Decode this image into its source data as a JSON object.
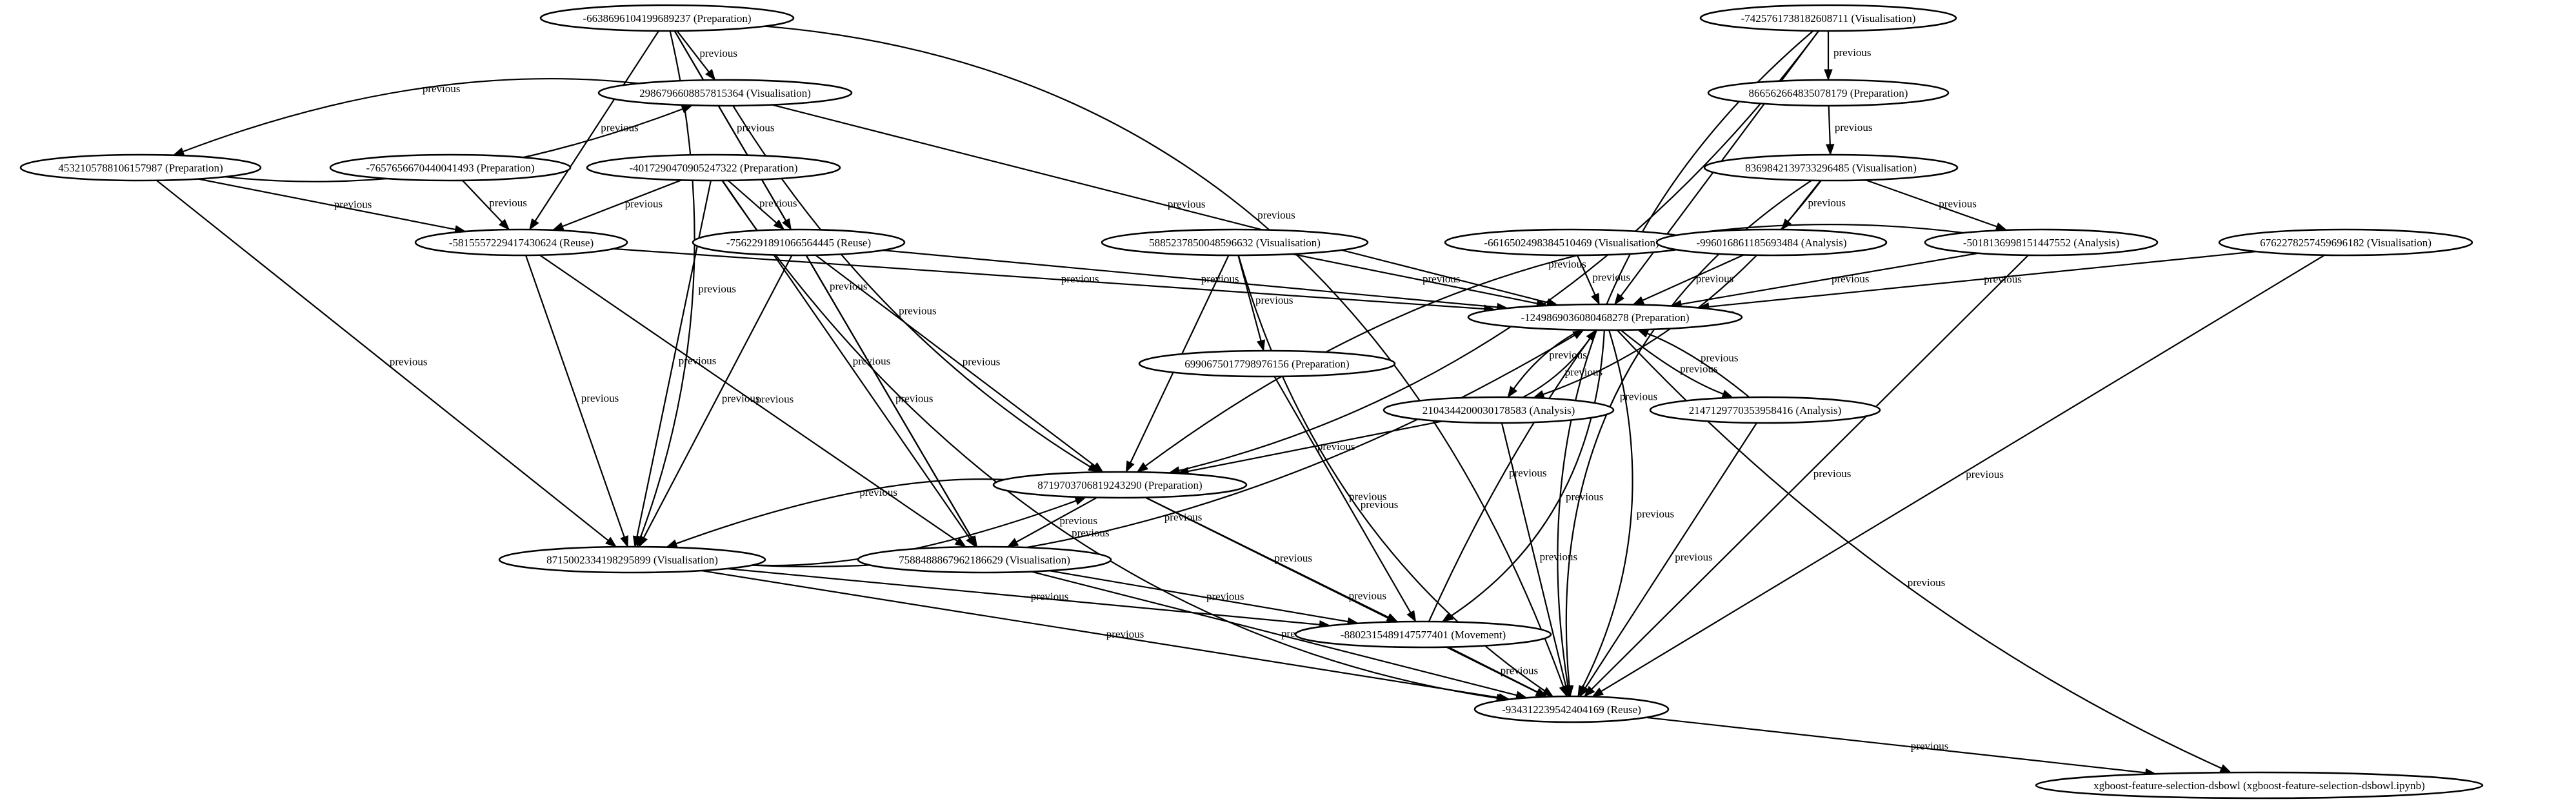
{
  "colors": {
    "stroke": "#000000",
    "fill": "#ffffff",
    "text": "#000000"
  },
  "nodes": [
    {
      "id": "n01",
      "label": "-6638696104199689237 (Preparation)"
    },
    {
      "id": "n02",
      "label": "-7425761738182608711 (Visualisation)"
    },
    {
      "id": "n03",
      "label": "2986796608857815364 (Visualisation)"
    },
    {
      "id": "n04",
      "label": "866562664835078179 (Preparation)"
    },
    {
      "id": "n05",
      "label": "4532105788106157987 (Preparation)"
    },
    {
      "id": "n06",
      "label": "-7657656670440041493 (Preparation)"
    },
    {
      "id": "n07",
      "label": "-4017290470905247322 (Preparation)"
    },
    {
      "id": "n08",
      "label": "8369842139733296485 (Visualisation)"
    },
    {
      "id": "n09",
      "label": "-5815557229417430624 (Reuse)"
    },
    {
      "id": "n10",
      "label": "-7562291891066564445 (Reuse)"
    },
    {
      "id": "n11",
      "label": "5885237850048596632 (Visualisation)"
    },
    {
      "id": "n12",
      "label": "-6616502498384510469 (Visualisation)"
    },
    {
      "id": "n13",
      "label": "-996016861185693484 (Analysis)"
    },
    {
      "id": "n14",
      "label": "-5018136998151447552 (Analysis)"
    },
    {
      "id": "n15",
      "label": "6762278257459696182 (Visualisation)"
    },
    {
      "id": "n16",
      "label": "-1249869036080468278 (Preparation)"
    },
    {
      "id": "n17",
      "label": "6990675017798976156 (Preparation)"
    },
    {
      "id": "n18",
      "label": "2104344200030178583 (Analysis)"
    },
    {
      "id": "n19",
      "label": "2147129770353958416 (Analysis)"
    },
    {
      "id": "n20",
      "label": "8719703706819243290 (Preparation)"
    },
    {
      "id": "n21",
      "label": "8715002334198295899 (Visualisation)"
    },
    {
      "id": "n22",
      "label": "7588488867962186629 (Visualisation)"
    },
    {
      "id": "n23",
      "label": "-8802315489147577401 (Movement)"
    },
    {
      "id": "n24",
      "label": "-934312239542404169 (Reuse)"
    },
    {
      "id": "n25",
      "label": "xgboost-feature-selection-dsbowl (xgboost-feature-selection-dsbowl.ipynb)"
    }
  ],
  "edge_label": "previous",
  "edges": [
    {
      "from": "n01",
      "to": "n03"
    },
    {
      "from": "n01",
      "to": "n09"
    },
    {
      "from": "n01",
      "to": "n10"
    },
    {
      "from": "n01",
      "to": "n21"
    },
    {
      "from": "n01",
      "to": "n22"
    },
    {
      "from": "n01",
      "to": "n24"
    },
    {
      "from": "n02",
      "to": "n04"
    },
    {
      "from": "n02",
      "to": "n16"
    },
    {
      "from": "n02",
      "to": "n20"
    },
    {
      "from": "n02",
      "to": "n24"
    },
    {
      "from": "n03",
      "to": "n05"
    },
    {
      "from": "n03",
      "to": "n16"
    },
    {
      "from": "n03",
      "to": "n20"
    },
    {
      "from": "n05",
      "to": "n03"
    },
    {
      "from": "n05",
      "to": "n09"
    },
    {
      "from": "n05",
      "to": "n21"
    },
    {
      "from": "n06",
      "to": "n09"
    },
    {
      "from": "n07",
      "to": "n09"
    },
    {
      "from": "n07",
      "to": "n10"
    },
    {
      "from": "n07",
      "to": "n21"
    },
    {
      "from": "n07",
      "to": "n22"
    },
    {
      "from": "n07",
      "to": "n24"
    },
    {
      "from": "n04",
      "to": "n08"
    },
    {
      "from": "n08",
      "to": "n13"
    },
    {
      "from": "n08",
      "to": "n14"
    },
    {
      "from": "n08",
      "to": "n18"
    },
    {
      "from": "n08",
      "to": "n24"
    },
    {
      "from": "n09",
      "to": "n16"
    },
    {
      "from": "n09",
      "to": "n21"
    },
    {
      "from": "n09",
      "to": "n22"
    },
    {
      "from": "n10",
      "to": "n16"
    },
    {
      "from": "n10",
      "to": "n20"
    },
    {
      "from": "n10",
      "to": "n21"
    },
    {
      "from": "n10",
      "to": "n22"
    },
    {
      "from": "n11",
      "to": "n16"
    },
    {
      "from": "n11",
      "to": "n17"
    },
    {
      "from": "n11",
      "to": "n20"
    },
    {
      "from": "n11",
      "to": "n24"
    },
    {
      "from": "n12",
      "to": "n16"
    },
    {
      "from": "n13",
      "to": "n16"
    },
    {
      "from": "n14",
      "to": "n16"
    },
    {
      "from": "n14",
      "to": "n20"
    },
    {
      "from": "n14",
      "to": "n24"
    },
    {
      "from": "n15",
      "to": "n16"
    },
    {
      "from": "n15",
      "to": "n24"
    },
    {
      "from": "n16",
      "to": "n18"
    },
    {
      "from": "n16",
      "to": "n19"
    },
    {
      "from": "n16",
      "to": "n23"
    },
    {
      "from": "n16",
      "to": "n24"
    },
    {
      "from": "n16",
      "to": "n25"
    },
    {
      "from": "n18",
      "to": "n16"
    },
    {
      "from": "n18",
      "to": "n20"
    },
    {
      "from": "n18",
      "to": "n24"
    },
    {
      "from": "n19",
      "to": "n16"
    },
    {
      "from": "n19",
      "to": "n24"
    },
    {
      "from": "n17",
      "to": "n23"
    },
    {
      "from": "n20",
      "to": "n21"
    },
    {
      "from": "n20",
      "to": "n22"
    },
    {
      "from": "n20",
      "to": "n23"
    },
    {
      "from": "n20",
      "to": "n24"
    },
    {
      "from": "n21",
      "to": "n20"
    },
    {
      "from": "n21",
      "to": "n16"
    },
    {
      "from": "n21",
      "to": "n23"
    },
    {
      "from": "n21",
      "to": "n24"
    },
    {
      "from": "n22",
      "to": "n23"
    },
    {
      "from": "n22",
      "to": "n24"
    },
    {
      "from": "n23",
      "to": "n16"
    },
    {
      "from": "n23",
      "to": "n24"
    },
    {
      "from": "n24",
      "to": "n25"
    }
  ]
}
